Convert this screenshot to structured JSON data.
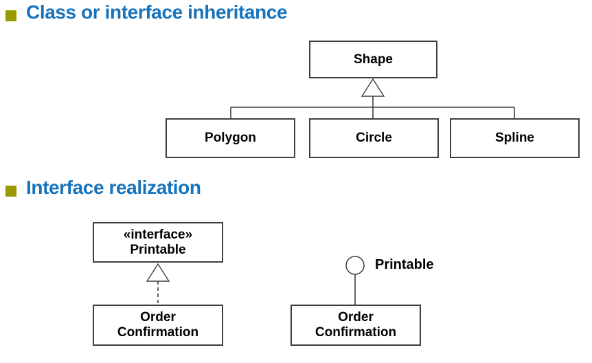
{
  "slide": {
    "colors": {
      "heading_text": "#1673BC",
      "bullet": "#9A9A00",
      "box_border": "#3E3E3E",
      "box_text": "#000000",
      "background": "#FFFFFF"
    }
  },
  "sections": [
    {
      "title": "Class or interface inheritance",
      "bullet_icon": "square-bullet",
      "diagram": {
        "type": "class-inheritance-tree",
        "parent": {
          "name": "Shape"
        },
        "children": [
          {
            "name": "Polygon"
          },
          {
            "name": "Circle"
          },
          {
            "name": "Spline"
          }
        ],
        "arrow_icon": "hollow-triangle-generalization"
      }
    },
    {
      "title": "Interface realization",
      "bullet_icon": "square-bullet",
      "diagrams": [
        {
          "type": "realization-dashed-triangle",
          "interface": {
            "stereotype": "«interface»",
            "name": "Printable"
          },
          "implementer": {
            "line1": "Order",
            "line2": "Confirmation"
          },
          "arrow_icon": "hollow-triangle-dashed-realization"
        },
        {
          "type": "lollipop-notation",
          "interface": {
            "name": "Printable"
          },
          "implementer": {
            "line1": "Order",
            "line2": "Confirmation"
          },
          "arrow_icon": "lollipop-ball"
        }
      ]
    }
  ]
}
